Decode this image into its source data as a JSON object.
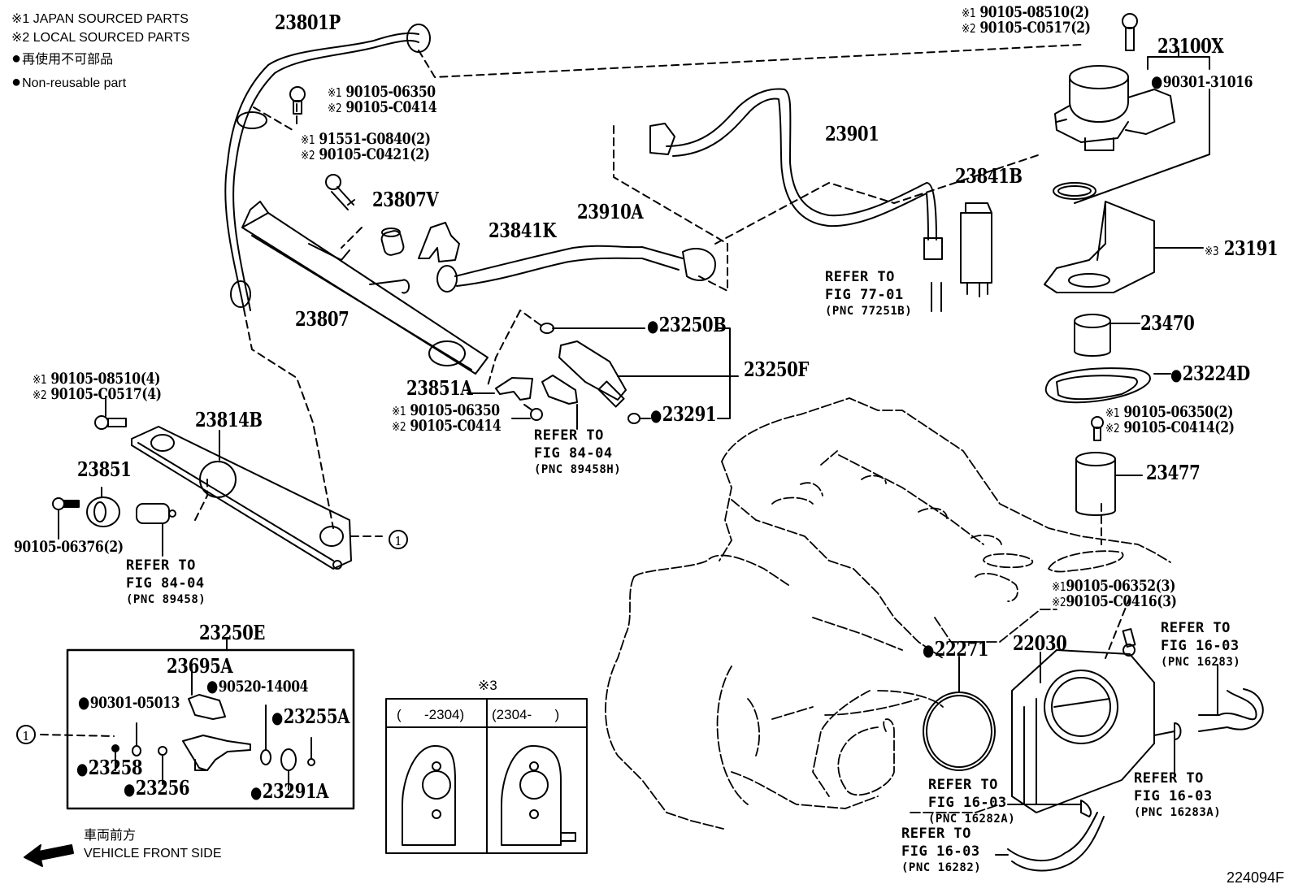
{
  "legend": {
    "note1": "※1 JAPAN SOURCED PARTS",
    "note2": "※2 LOCAL SOURCED PARTS",
    "nonreusable_jp": "再使用不可部品",
    "nonreusable_en": "Non-reusable part"
  },
  "parts": {
    "p23801P": "23801P",
    "bolt_a": {
      "j": "90105-06350",
      "l": "90105-C0414"
    },
    "bolt_b": {
      "j": "91551-G0840(2)",
      "l": "90105-C0421(2)"
    },
    "p23807V": "23807V",
    "p23807": "23807",
    "p23841K": "23841K",
    "p23910A": "23910A",
    "p23901": "23901",
    "p23841B": "23841B",
    "bolt_pump": {
      "j": "90105-08510(2)",
      "l": "90105-C0517(2)"
    },
    "p23100X": "23100X",
    "p90301_31016": "90301-31016",
    "p23191": "23191",
    "p23191_mark": "※3",
    "p23470": "23470",
    "p23224D": "23224D",
    "bolt_c": {
      "j": "90105-06350(2)",
      "l": "90105-C0414(2)"
    },
    "p23477": "23477",
    "p23250B": "23250B",
    "p23250F": "23250F",
    "p23291": "23291",
    "p23851A": "23851A",
    "bolt_d": {
      "j": "90105-06350",
      "l": "90105-C0414"
    },
    "bolt_rail": {
      "j": "90105-08510(4)",
      "l": "90105-C0517(4)"
    },
    "p23814B": "23814B",
    "p23851": "23851",
    "p90105_06376": "90105-06376(2)",
    "bolt_tb": {
      "j": "90105-06352(3)",
      "l": "90105-C0416(3)"
    },
    "p22271": "22271",
    "p22030": "22030",
    "p23250E": "23250E",
    "p23695A": "23695A",
    "p90520_14004": "90520-14004",
    "p90301_05013": "90301-05013",
    "p23255A": "23255A",
    "p23258": "23258",
    "p23256": "23256",
    "p23291A": "23291A"
  },
  "refs": {
    "r77": {
      "line1": "REFER TO",
      "line2": "FIG 77-01",
      "pnc": "(PNC 77251B)"
    },
    "r84a": {
      "line1": "REFER TO",
      "line2": "FIG 84-04",
      "pnc": "(PNC 89458H)"
    },
    "r84b": {
      "line1": "REFER TO",
      "line2": "FIG 84-04",
      "pnc": "(PNC 89458)"
    },
    "r16283": {
      "line1": "REFER TO",
      "line2": "FIG 16-03",
      "pnc": "(PNC 16283)"
    },
    "r16283A": {
      "line1": "REFER TO",
      "line2": "FIG 16-03",
      "pnc": "(PNC 16283A)"
    },
    "r16282A": {
      "line1": "REFER TO",
      "line2": "FIG 16-03",
      "pnc": "(PNC 16282A)"
    },
    "r16282": {
      "line1": "REFER TO",
      "line2": "FIG 16-03",
      "pnc": "(PNC 16282)"
    }
  },
  "marks": {
    "m1": "※1",
    "m2": "※2",
    "circle_ref": "1"
  },
  "variant_table": {
    "title": "※3",
    "col1": "(      -2304)",
    "col2": "(2304-      )"
  },
  "direction": {
    "jp": "車両前方",
    "en": "VEHICLE FRONT SIDE"
  },
  "figure_id": "224094F"
}
